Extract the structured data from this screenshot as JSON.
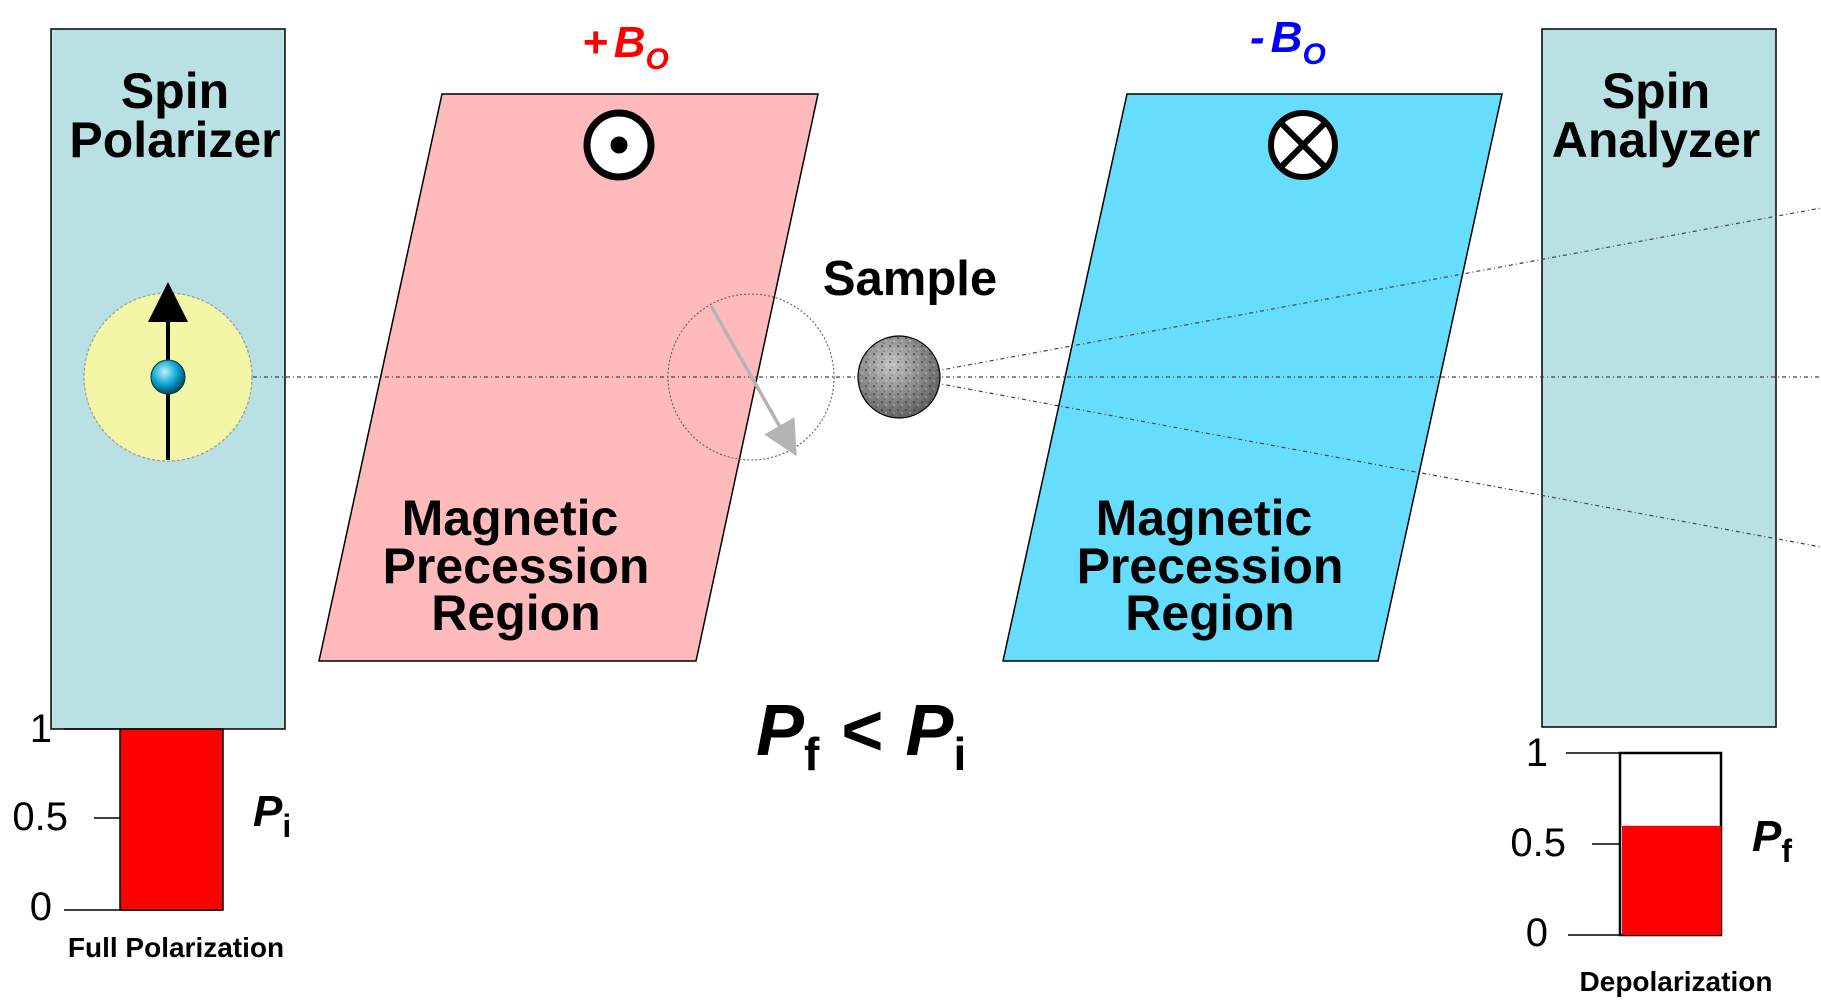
{
  "polarizer": {
    "line1": "Spin",
    "line2": "Polarizer"
  },
  "analyzer": {
    "line1": "Spin",
    "line2": "Analyzer"
  },
  "field_plus": {
    "sign": "+",
    "symbol": "B",
    "subscript": "O",
    "color": "#ff0000"
  },
  "field_minus": {
    "sign": "-",
    "symbol": "B",
    "subscript": "O",
    "color": "#0000ff"
  },
  "region_left": {
    "line1": "Magnetic",
    "line2": "Precession",
    "line3": "Region",
    "color": "#ffbbbb"
  },
  "region_right": {
    "line1": "Magnetic",
    "line2": "Precession",
    "line3": "Region",
    "color": "#66ddfc"
  },
  "sample": {
    "label": "Sample"
  },
  "relation": {
    "lhs": "P",
    "lhs_sub": "f",
    "op": "<",
    "rhs": "P",
    "rhs_sub": "i"
  },
  "icons": {
    "out_of_page": "circle-dot-icon",
    "into_page": "circle-cross-icon"
  },
  "box_color": "#b9e0e2",
  "chart_data": [
    {
      "type": "bar",
      "categories": [
        ""
      ],
      "values": [
        1.0
      ],
      "ylim": [
        0,
        1
      ],
      "yticks": [
        "0",
        "0.5",
        "1"
      ],
      "label": {
        "symbol": "P",
        "sub": "i"
      },
      "caption": "Full Polarization",
      "bar_color": "#ff0000"
    },
    {
      "type": "bar",
      "categories": [
        ""
      ],
      "values": [
        0.6
      ],
      "ylim": [
        0,
        1
      ],
      "yticks": [
        "0",
        "0.5",
        "1"
      ],
      "label": {
        "symbol": "P",
        "sub": "f"
      },
      "caption": "Depolarization",
      "bar_color": "#ff0000"
    }
  ]
}
